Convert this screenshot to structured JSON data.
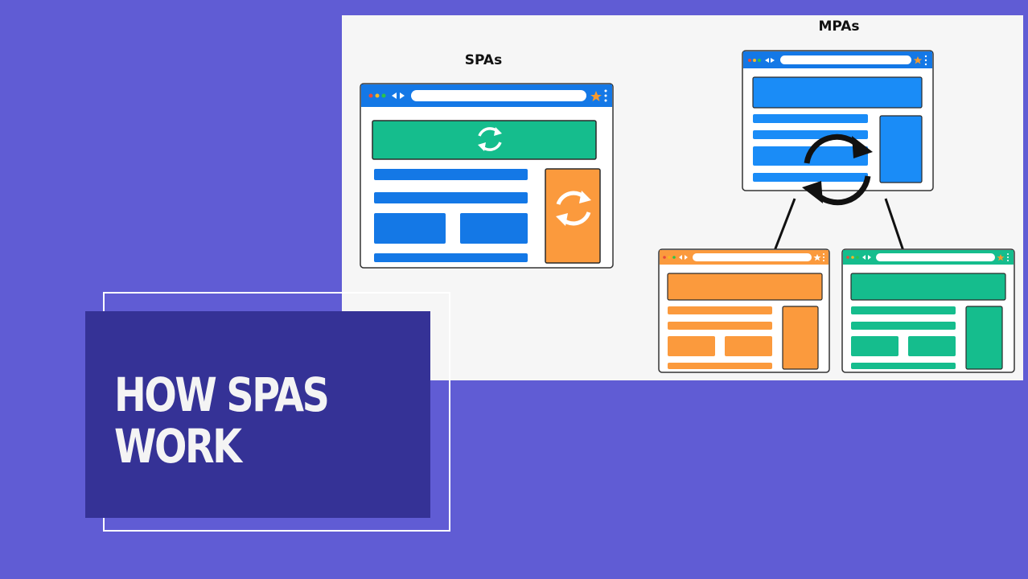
{
  "slide": {
    "title_line1": "HOW SPAS",
    "title_line2": "WORK"
  },
  "diagram": {
    "spa_label": "SPAs",
    "mpa_label": "MPAs",
    "icons": {
      "refresh": "refresh-icon",
      "star": "star-icon",
      "menu": "kebab-menu-icon",
      "nav": "back-forward-icon"
    }
  },
  "colors": {
    "background": "#605cd4",
    "title_box": "#353296",
    "panel": "#f6f6f6",
    "browser_bar": "#1478e6",
    "blue_block": "#1a8cf7",
    "green": "#15bd8d",
    "orange": "#fb9a3d",
    "outline": "#ffffff"
  }
}
